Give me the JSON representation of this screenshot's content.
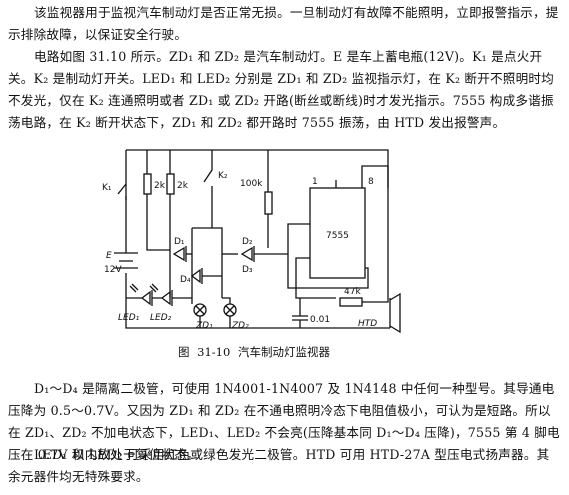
{
  "paragraphs": {
    "p1": "该监视器用于监视汽车制动灯是否正常无损。一旦制动灯有故障不能照明，立即报警指示，提示排除故障，以保证安全行驶。",
    "p2": "电路如图 31.10 所示。ZD₁ 和 ZD₂ 是汽车制动灯。E 是车上蓄电瓶(12V)。K₁ 是点火开关。K₂ 是制动灯开关。LED₁ 和 LED₂ 分别是 ZD₁ 和 ZD₂ 监视指示灯，在 K₂ 断开不照明时均不发光，仅在 K₂ 连通照明或者 ZD₁ 或 ZD₂ 开路(断丝或断线)时才发光指示。7555 构成多谐振荡电路，在 K₂ 断开状态下，ZD₁ 和 ZD₂ 都开路时 7555 振荡，由 HTD 发出报警声。",
    "p3": "D₁～D₄ 是隔离二极管，可使用 1N4001-1N4007 及 1N4148 中任何一种型号。其导通电压降为 0.5～0.7V。又因为 ZD₁ 和 ZD₂ 在不通电照明冷态下电阻值极小，可认为是短路。所以在 ZD₁、ZD₂ 不加电状态下，LED₁、LED₂ 不会亮(压降基本同 D₁～D₄ 压降)，7555 第 4 脚电压在 0.7V 以内故处于复位状态。",
    "p4": "LED₁ 和 LED₂ 可采用红色或绿色发光二极管。HTD 可用 HTD-27A 型压电式扬声器。其余元器件均无特殊要求。"
  },
  "figure": {
    "caption": "图 31-10  汽车制动灯监视器",
    "labels": {
      "k1": "K₁",
      "e": "E",
      "v12": "12V",
      "r1": "2k",
      "r2": "2k",
      "k2": "K₂",
      "r3": "100k",
      "pin1": "1",
      "pin8": "8",
      "ic": "7555",
      "d1": "D₁",
      "d2": "D₂",
      "d3": "D₃",
      "d4": "D₄",
      "r4": "47k",
      "c1": "0.01",
      "htd": "HTD",
      "led1": "LED₁",
      "led2": "LED₂",
      "zd1": "ZD₁",
      "zd2": "ZD₂"
    }
  }
}
